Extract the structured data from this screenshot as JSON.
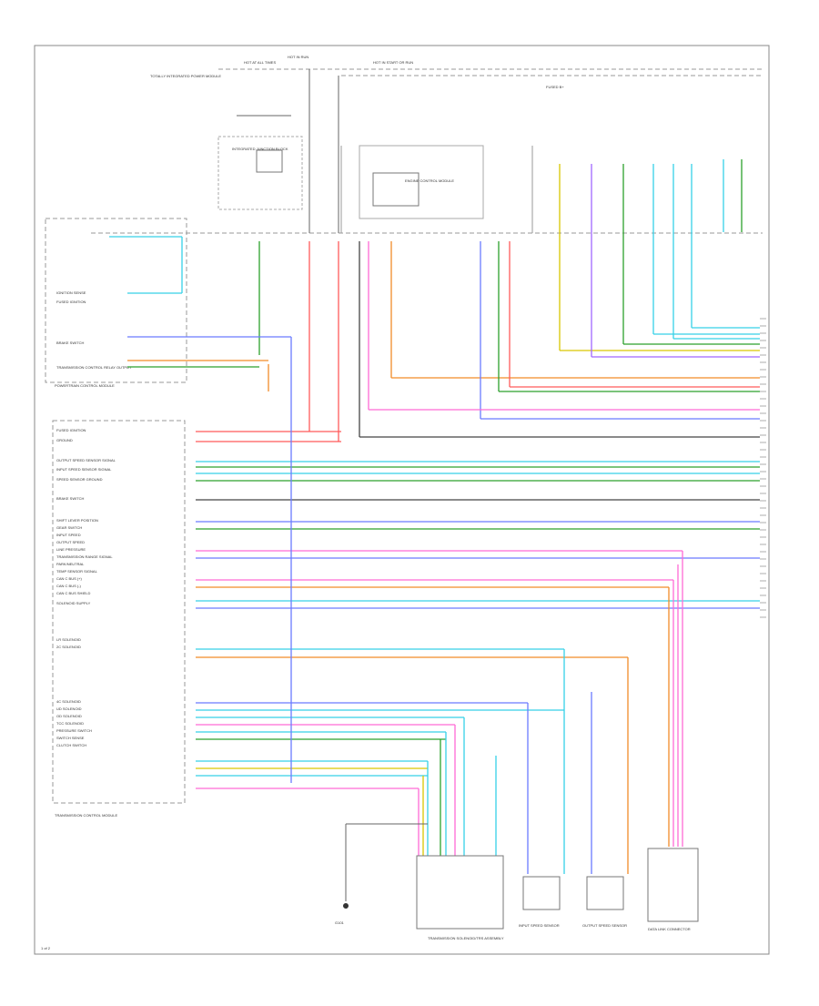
{
  "diagram": {
    "top_connectors": [
      "HOT AT ALL TIMES",
      "HOT IN RUN",
      "HOT IN START OR RUN"
    ],
    "fused_bus_label": "FUSED B+",
    "pcm_name": "ENGINE CONTROL MODULE",
    "pdc_label": "TOTALLY INTEGRATED POWER MODULE",
    "fusible_link_label": "INTEGRATED JUNCTION BLOCK",
    "left_module": "POWERTRAIN CONTROL MODULE",
    "left_module_pins": [
      "IGNITION SENSE",
      "FUSED IGNITION",
      "BRAKE SWITCH",
      "TRANSMISSION CONTROL RELAY OUTPUT"
    ],
    "controller_name": "TRANSMISSION CONTROL MODULE",
    "controller_pins": [
      "FUSED IGNITION",
      "GROUND",
      "OUTPUT SPEED SENSOR SIGNAL",
      "INPUT SPEED SENSOR SIGNAL",
      "SPEED SENSOR GROUND",
      "BRAKE SWITCH",
      "SHIFT LEVER POSITION",
      "GEAR SWITCH",
      "INPUT SPEED",
      "OUTPUT SPEED",
      "LINE PRESSURE",
      "TRANSMISSION RANGE SIGNAL",
      "PARK/NEUTRAL",
      "TEMP SENSOR SIGNAL",
      "CAN C BUS (+)",
      "CAN C BUS (-)",
      "CAN C BUS SHIELD",
      "SOLENOID SUPPLY",
      "LR SOLENOID",
      "2C SOLENOID",
      "4C SOLENOID",
      "UD SOLENOID",
      "OD SOLENOID",
      "TCC SOLENOID",
      "PRESSURE SWITCH",
      "SWITCH SENSE",
      "CLUTCH SWITCH"
    ],
    "footer_modules": [
      "TRANSMISSION SOLENOID/TRS ASSEMBLY",
      "INPUT SPEED SENSOR",
      "OUTPUT SPEED SENSOR",
      "DATA LINK CONNECTOR"
    ],
    "ground_label": "G101",
    "wire_colors": {
      "red": "#ff5a5a",
      "pink": "#ff6ad5",
      "orange": "#f28c28",
      "green": "#2ca02c",
      "cyan": "#36d1e8",
      "blue": "#6a7bff",
      "violet": "#a066ff",
      "yellow": "#d9c600",
      "black": "#444444"
    },
    "page_ref": "1 of 2"
  }
}
